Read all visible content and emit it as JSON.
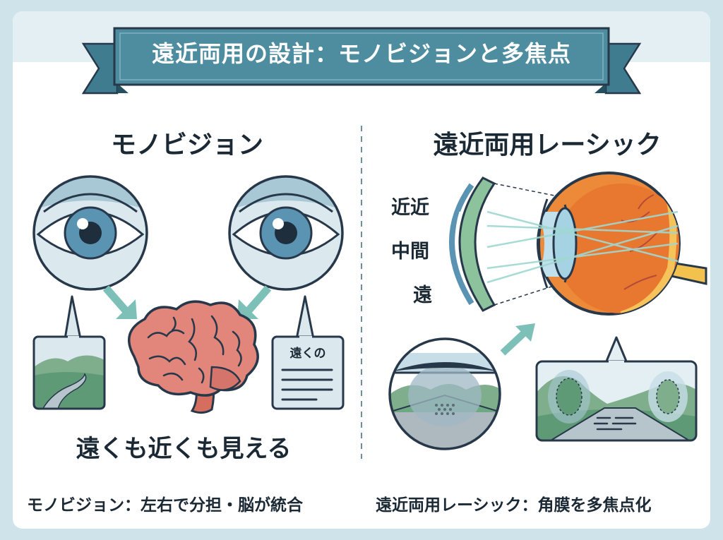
{
  "title": "遠近両用の設計：モノビジョンと多焦点",
  "left_panel": {
    "heading": "モノビジョン",
    "doc_label": "遠くの",
    "caption": "遠くも近くも見える",
    "summary": "モノビジョン：左右で分担・脳が統合"
  },
  "right_panel": {
    "heading": "遠近両用レーシック",
    "zone_labels": [
      "近近",
      "中間",
      "遠"
    ],
    "summary": "遠近両用レーシック：角膜を多焦点化"
  },
  "colors": {
    "banner": "#4e8da0",
    "banner_dark": "#2f6577",
    "iris": "#5b93b3",
    "arrow": "#7cc0b8",
    "brain": "#e2857a",
    "eyeball": "#ec8a3a",
    "outline": "#27384a",
    "landscape_green": "#6ea783"
  }
}
